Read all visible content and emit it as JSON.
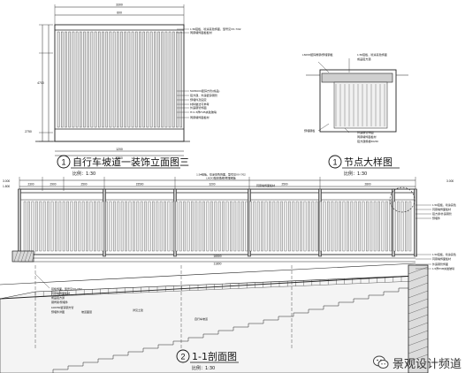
{
  "elevation": {
    "title": "自行车坡道一装饰立面图三",
    "scale": "比例：1:30",
    "index": "1",
    "dim_top": "3300",
    "dim_sub": "600",
    "dim_left": "4700",
    "dim_h2": "2750",
    "dim_bottom": "1200",
    "dim_b2": "3300",
    "notes": [
      "1.5#铝板，喷涂亮色饰面，型号见XX-7/02",
      "同幕墙饰面板板材",
      "50X50X3镀锌方管(成品)",
      "铝方通，外露镀锌钢管",
      "预埋件及固定",
      "材料做法可参考",
      "外露钢管饰面",
      "H=1.5厚PVB夹胶玻璃",
      "同幕墙饰面板材"
    ]
  },
  "detail": {
    "title": "节点大样图",
    "scale": "比例：1:30",
    "index": "1",
    "notes": [
      "L60X8镀锌角钢/预埋钢板",
      "1.5#铝板，喷涂亮色饰面",
      "成品铝方通",
      "外露钢管饰面",
      "预埋钢板",
      "同幕墙饰面板材",
      "铝方通规格50x50"
    ]
  },
  "section": {
    "title": "1-1剖面图",
    "scale": "比例：1:30",
    "index": "2",
    "dims": [
      "2300",
      "2900",
      "2500",
      "15500",
      "3200",
      "2500",
      "2800"
    ],
    "dim_total": "16500",
    "dim_sub": "11800",
    "elev_left": "3.000",
    "elev_mid": "1.800",
    "elev_right": "3.000",
    "notes_top": [
      "L60X3镀锌角钢/预埋钢板",
      "1.5#铝板，喷涂亮色饰面，型号见XX-7/02",
      "同幕墙饰面板材"
    ],
    "notes_right": [
      "1.5#铝板，喷涂亮色",
      "同幕墙饰面板材",
      "铝方通/外露钢管",
      "预埋件",
      "1.5#铝板，喷涂亮色",
      "同幕墙饰面板材",
      "外露钢管饰面",
      "1.5厚PVB夹胶玻璃"
    ],
    "notes_left": [
      "铝板饰面，型号见XX-7/02",
      "同幕墙饰面板材",
      "成品铝方通",
      "钢骨架/预埋件",
      "100X50镀锌钢方管",
      "预埋件详图"
    ],
    "notes_bottom": [
      "坡道面层",
      "详见土建",
      "自行车坡道"
    ]
  },
  "watermark": {
    "text": "景观设计频道",
    "icon": "wechat-icon"
  }
}
